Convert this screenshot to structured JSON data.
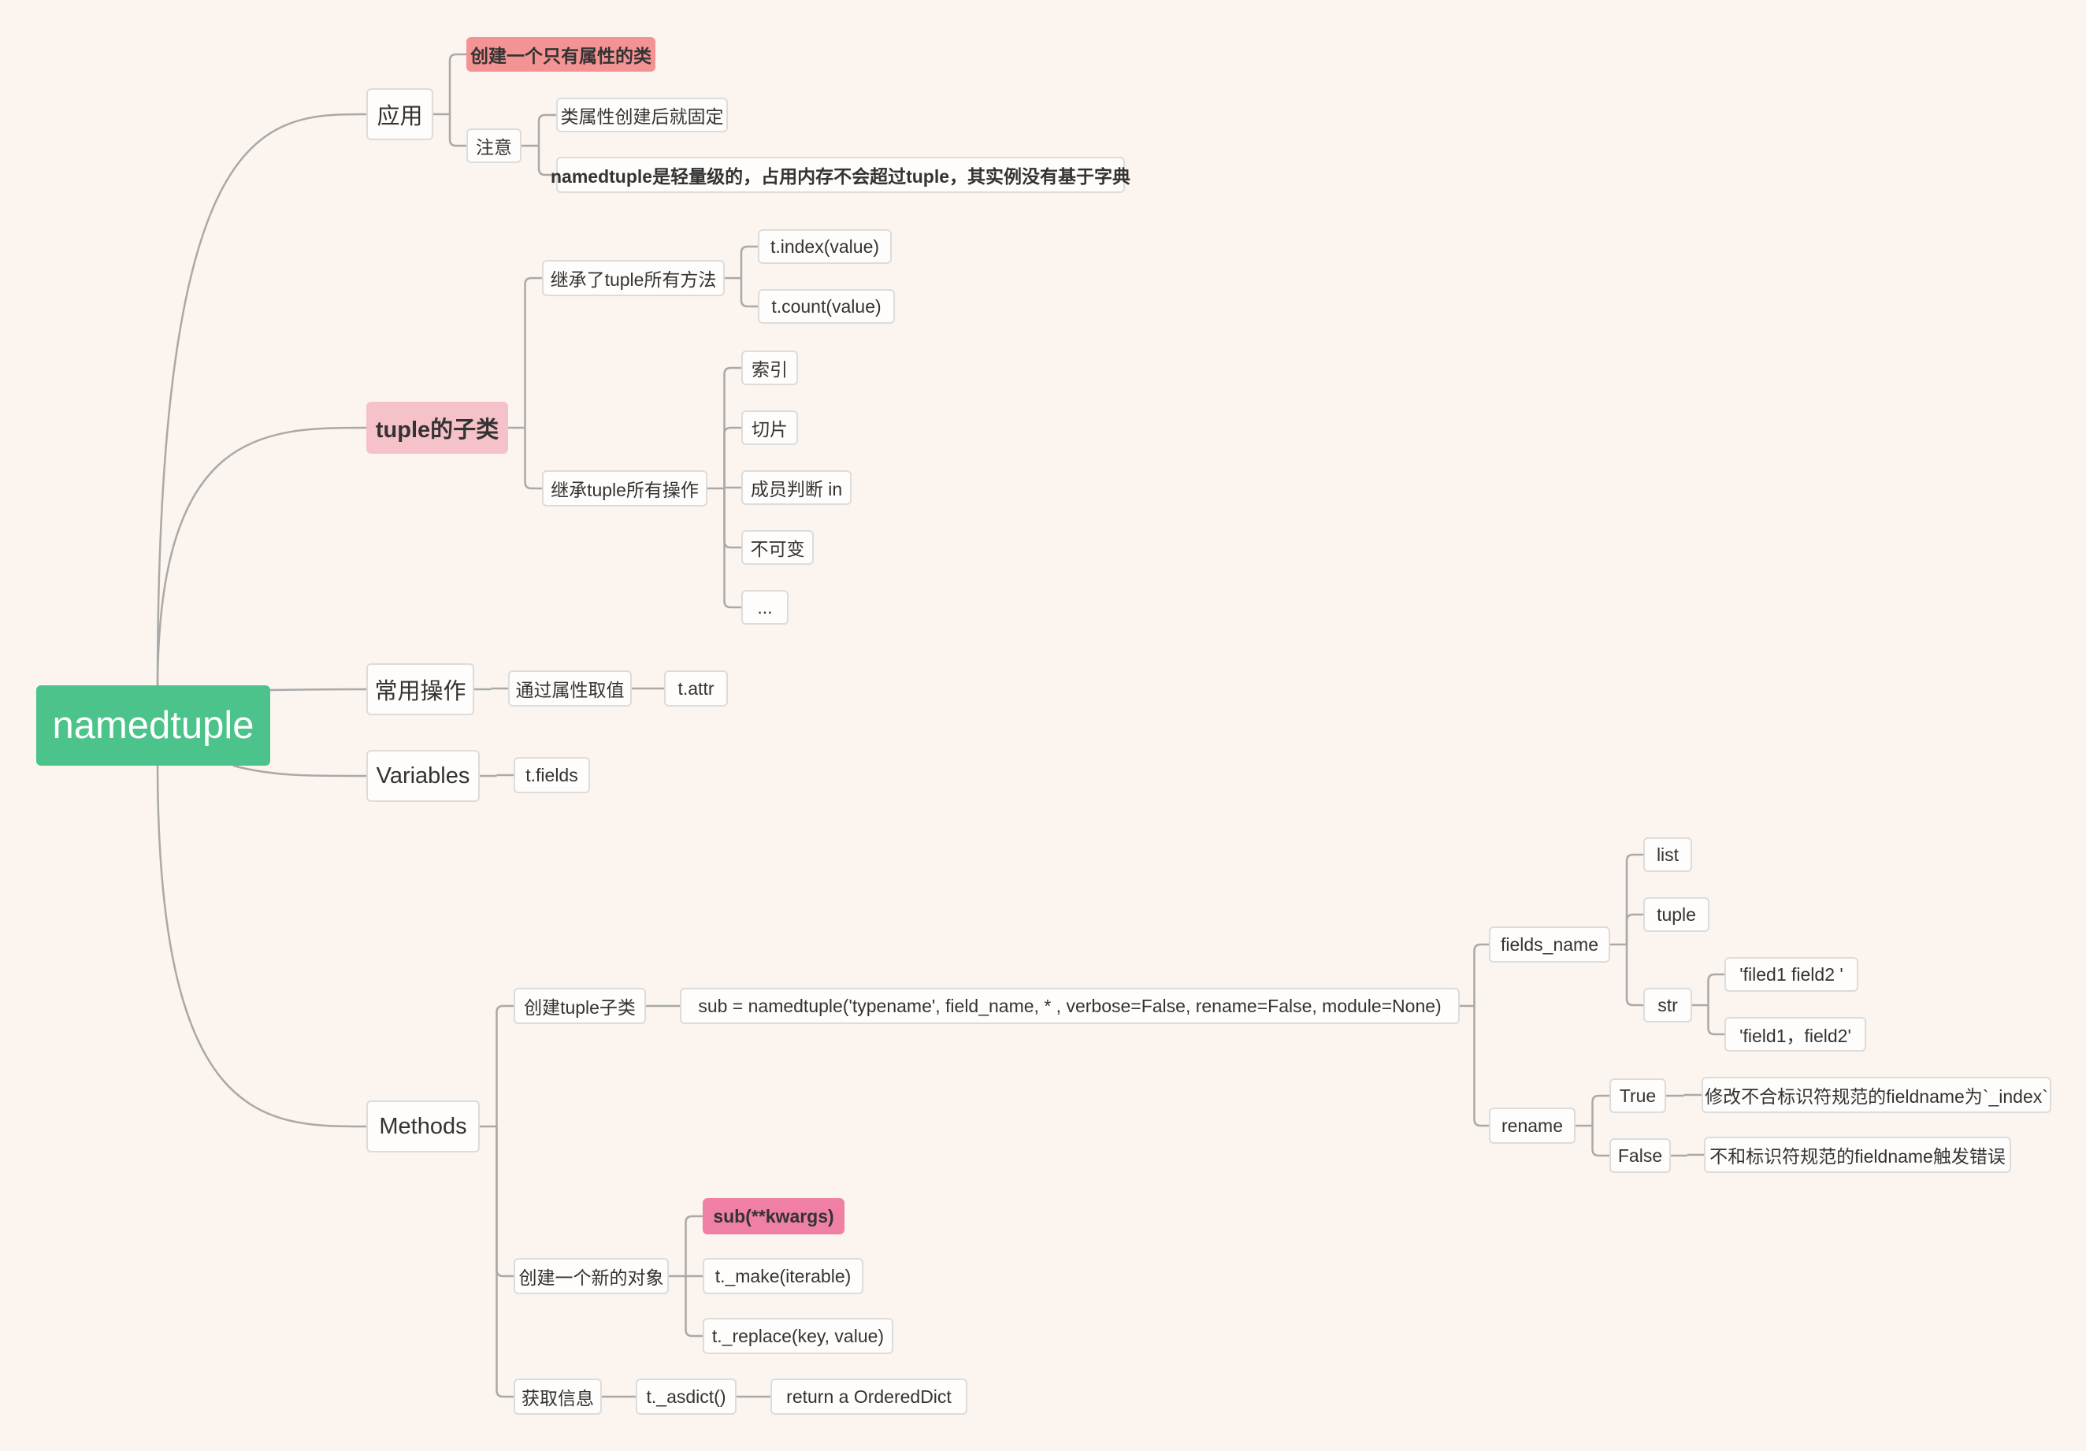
{
  "root": "namedtuple",
  "branches": {
    "app": {
      "label": "应用",
      "create_class": "创建一个只有属性的类",
      "note": "注意",
      "note_fixed": "类属性创建后就固定",
      "note_light": "namedtuple是轻量级的，占用内存不会超过tuple，其实例没有基于字典"
    },
    "subclass": {
      "label": "tuple的子类",
      "methods": "继承了tuple所有方法",
      "method_index": "t.index(value)",
      "method_count": "t.count(value)",
      "ops": "继承tuple所有操作",
      "op_index": "索引",
      "op_slice": "切片",
      "op_in": "成员判断 in",
      "op_immutable": "不可变",
      "op_more": "..."
    },
    "common": {
      "label": "常用操作",
      "attr_access": "通过属性取值",
      "attr": "t.attr"
    },
    "variables": {
      "label": "Variables",
      "fields": "t.fields"
    },
    "methods": {
      "label": "Methods",
      "create_sub": "创建tuple子类",
      "signature": "sub = namedtuple('typename', field_name, * , verbose=False, rename=False, module=None)",
      "fields_name": "fields_name",
      "fn_list": "list",
      "fn_tuple": "tuple",
      "fn_str": "str",
      "str_space": "'filed1 field2 '",
      "str_comma": "'field1，field2'",
      "rename": "rename",
      "rename_true": "True",
      "rename_true_desc": "修改不合标识符规范的fieldname为`_index`",
      "rename_false": "False",
      "rename_false_desc": "不和标识符规范的fieldname触发错误",
      "new_obj": "创建一个新的对象",
      "new_kwargs": "sub(**kwargs)",
      "new_make": "t._make(iterable)",
      "new_replace": "t._replace(key, value)",
      "info": "获取信息",
      "asdict": "t._asdict()",
      "asdict_ret": "return a OrderedDict"
    }
  },
  "colors": {
    "background": "#fbf4ef",
    "root": "#4cc38a",
    "highlight_pink": "#f6c2c9",
    "highlight_red": "#f49393",
    "highlight_magenta": "#ef7fa4",
    "line": "#a9a9a9"
  }
}
